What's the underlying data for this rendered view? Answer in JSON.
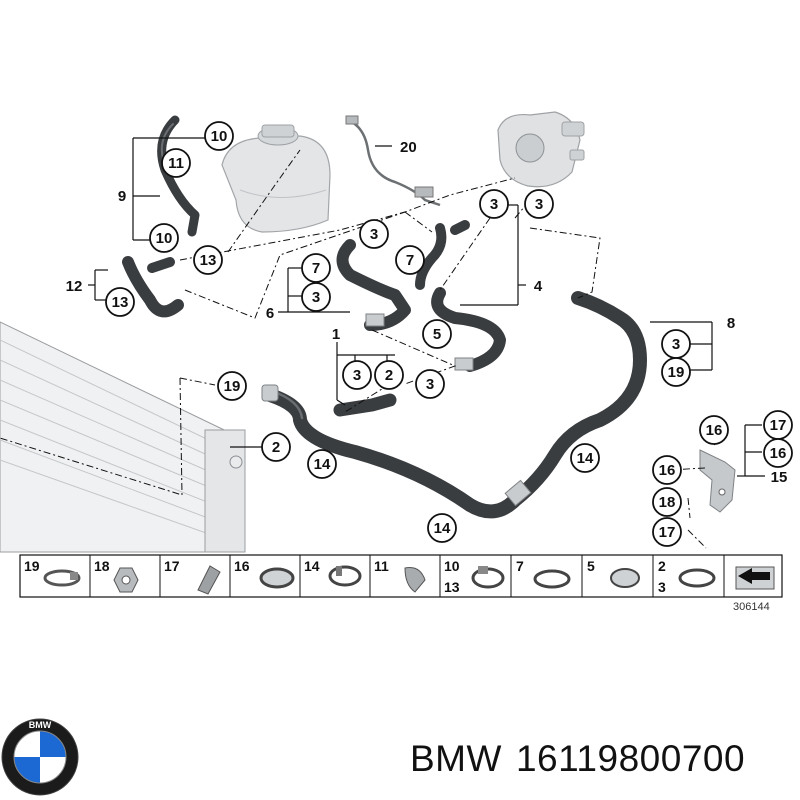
{
  "diagram": {
    "callouts": [
      "10",
      "11",
      "9",
      "10",
      "20",
      "3",
      "3",
      "3",
      "13",
      "12",
      "13",
      "7",
      "3",
      "6",
      "7",
      "4",
      "5",
      "8",
      "3",
      "19",
      "1",
      "3",
      "2",
      "3",
      "19",
      "2",
      "14",
      "14",
      "14",
      "16",
      "17",
      "16",
      "15",
      "16",
      "18",
      "17"
    ],
    "strip": [
      {
        "top": "19",
        "bottom": ""
      },
      {
        "top": "18",
        "bottom": ""
      },
      {
        "top": "17",
        "bottom": ""
      },
      {
        "top": "16",
        "bottom": ""
      },
      {
        "top": "14",
        "bottom": ""
      },
      {
        "top": "11",
        "bottom": ""
      },
      {
        "top": "10",
        "bottom": "13"
      },
      {
        "top": "7",
        "bottom": ""
      },
      {
        "top": "5",
        "bottom": ""
      },
      {
        "top": "2",
        "bottom": "3"
      }
    ],
    "diagram_number": "306144"
  },
  "footer": {
    "brand": "BMW",
    "part_number": "16119800700"
  },
  "colors": {
    "hose": "#3a3d40",
    "outline": "#111111",
    "tank": "#d9dcde",
    "logo_blue": "#1c69d4"
  }
}
